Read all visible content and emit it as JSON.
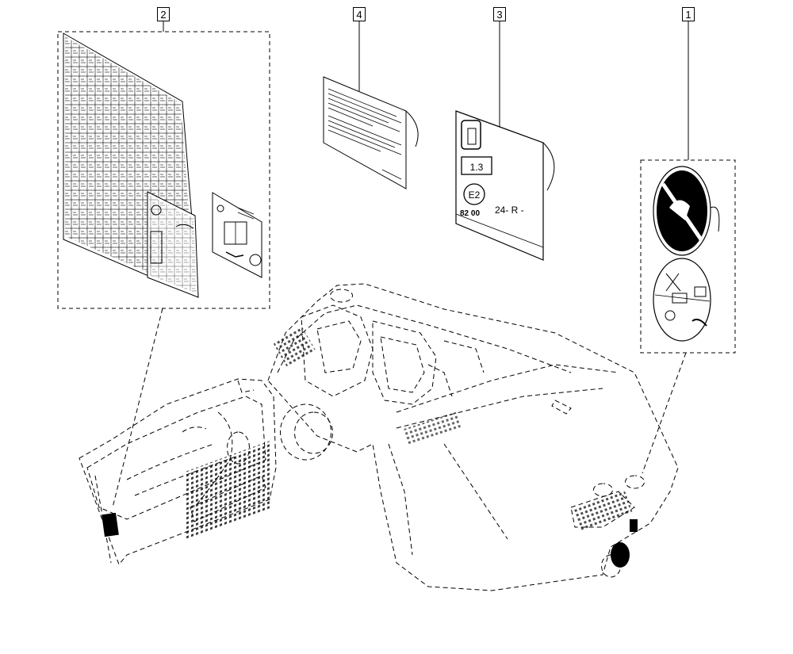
{
  "callouts": [
    {
      "id": "callout-1",
      "label": "1"
    },
    {
      "id": "callout-2",
      "label": "2"
    },
    {
      "id": "callout-3",
      "label": "3"
    },
    {
      "id": "callout-4",
      "label": "4"
    }
  ],
  "label_3": {
    "code": "1.3",
    "emark": "E2",
    "line": "24- R -",
    "number": "82 00"
  },
  "colors": {
    "ink": "#000000",
    "background": "#ffffff"
  }
}
